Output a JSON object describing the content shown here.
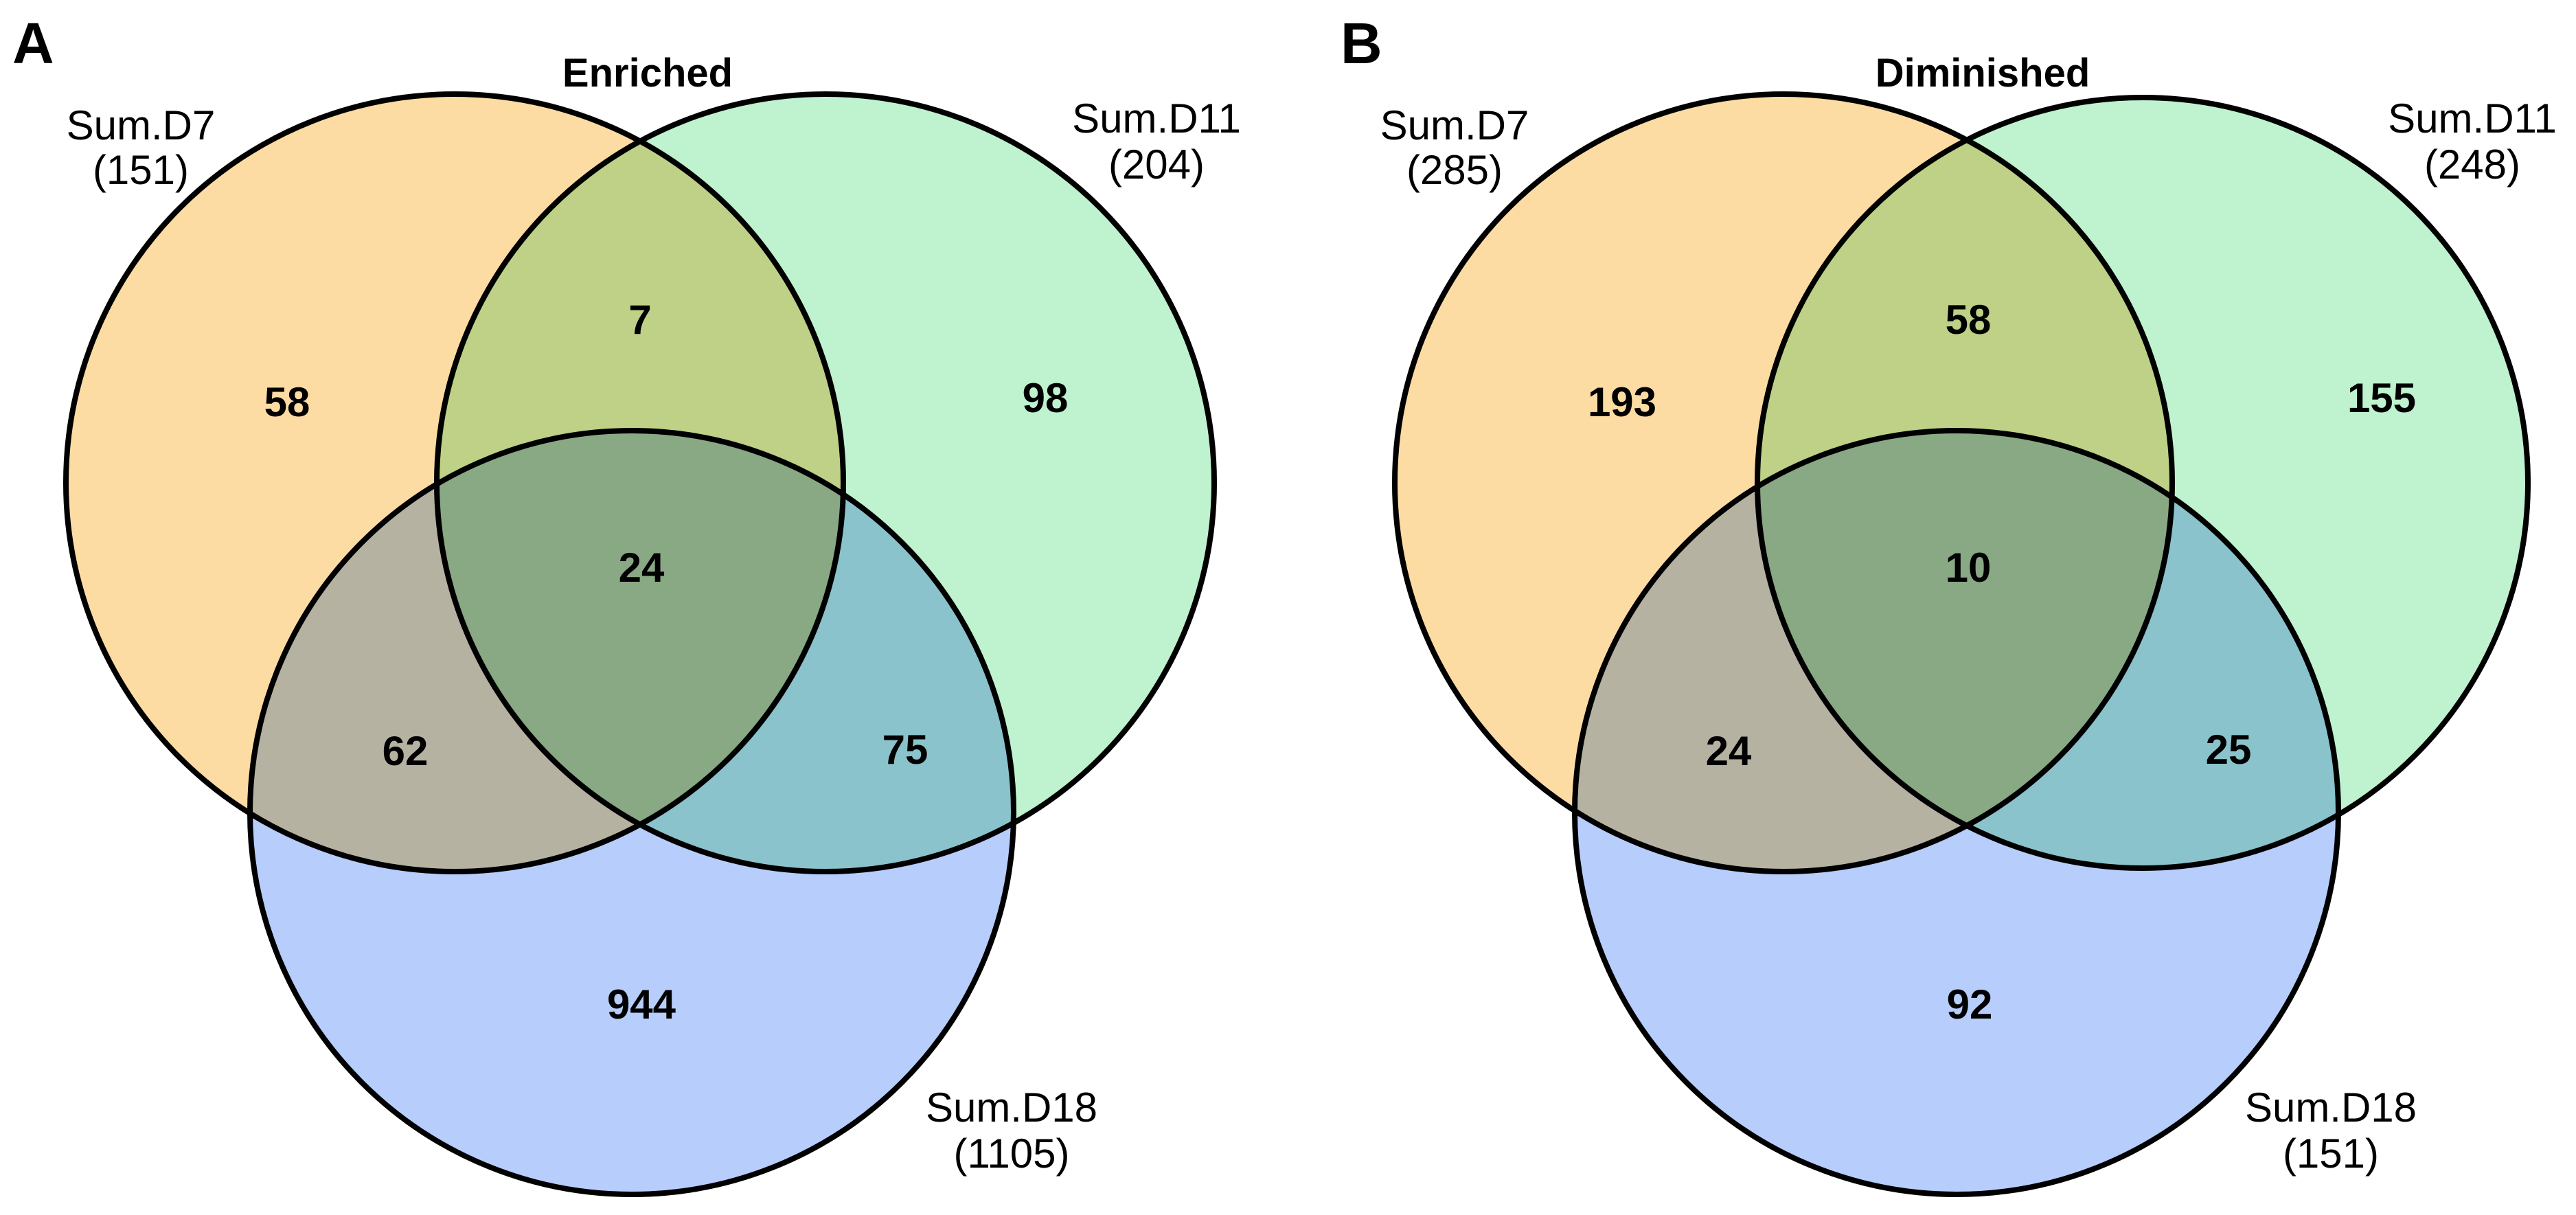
{
  "colors": {
    "set_a_fill": "#fcc05a",
    "set_b_fill": "#80e6a0",
    "set_c_fill": "#6f9cf8",
    "outline": "#000000",
    "background": "#ffffff"
  },
  "panels": [
    {
      "letter": "A",
      "title": "Enriched",
      "sets": [
        {
          "name": "Sum.D7",
          "total": "(151)"
        },
        {
          "name": "Sum.D11",
          "total": "(204)"
        },
        {
          "name": "Sum.D18",
          "total": "(1105)"
        }
      ],
      "regions": {
        "only_d7": "58",
        "d7_d11": "7",
        "only_d11": "98",
        "all_three": "24",
        "d7_d18": "62",
        "d11_d18": "75",
        "only_d18": "944"
      }
    },
    {
      "letter": "B",
      "title": "Diminished",
      "sets": [
        {
          "name": "Sum.D7",
          "total": "(285)"
        },
        {
          "name": "Sum.D11",
          "total": "(248)"
        },
        {
          "name": "Sum.D18",
          "total": "(151)"
        }
      ],
      "regions": {
        "only_d7": "193",
        "d7_d11": "58",
        "only_d11": "155",
        "all_three": "10",
        "d7_d18": "24",
        "d11_d18": "25",
        "only_d18": "92"
      }
    }
  ]
}
